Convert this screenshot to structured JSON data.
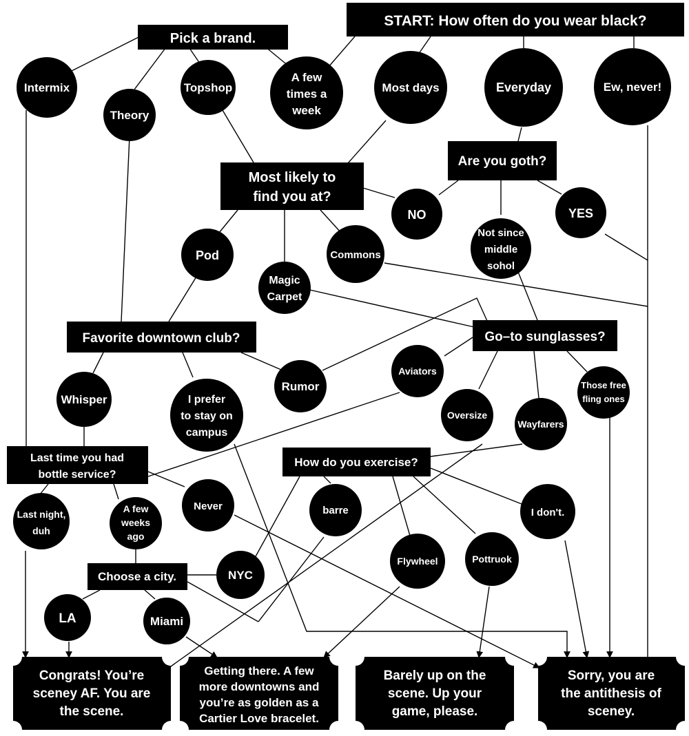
{
  "diagram": {
    "nodes": {
      "start": "START: How often do you wear black?",
      "pick_brand": "Pick a brand.",
      "few_times_week": [
        "A few",
        "times a",
        "week"
      ],
      "most_days": "Most days",
      "everyday": "Everyday",
      "ew_never": "Ew, never!",
      "intermix": "Intermix",
      "theory": "Theory",
      "topshop": "Topshop",
      "are_you_goth": "Are you goth?",
      "most_likely": [
        "Most likely to",
        "find you at?"
      ],
      "no": "NO",
      "yes": "YES",
      "not_since": [
        "Not since",
        "middle",
        "sohol"
      ],
      "pod": "Pod",
      "magic_carpet": [
        "Magic",
        "Carpet"
      ],
      "commons": "Commons",
      "favorite_club": "Favorite downtown club?",
      "go_to_sunglasses": "Go–to sunglasses?",
      "whisper": "Whisper",
      "prefer_campus": [
        "I prefer",
        "to stay on",
        "campus"
      ],
      "rumor": "Rumor",
      "aviators": "Aviators",
      "oversize": "Oversize",
      "wayfarers": "Wayfarers",
      "free_fling": [
        "Those free",
        "fling ones"
      ],
      "bottle_service": [
        "Last time you had",
        "bottle service?"
      ],
      "exercise": "How do you exercise?",
      "last_night": [
        "Last night,",
        "duh"
      ],
      "few_weeks": [
        "A few",
        "weeks",
        "ago"
      ],
      "never": "Never",
      "barre": "barre",
      "dont": "I don't.",
      "flywheel": "Flywheel",
      "pottruck": "Pottruok",
      "choose_city": "Choose a city.",
      "nyc": "NYC",
      "la": "LA",
      "miami": "Miami",
      "outcome_scene": [
        "Congrats! You’re",
        "sceney AF. You are",
        "the scene."
      ],
      "outcome_getting": [
        "Getting there. A few",
        "more downtowns and",
        "you’re as golden as a",
        "Cartier Love bracelet."
      ],
      "outcome_barely": [
        "Barely up on the",
        "scene. Up your",
        "game, please."
      ],
      "outcome_sorry": [
        "Sorry, you are",
        "the antithesis of",
        "sceney."
      ]
    }
  }
}
